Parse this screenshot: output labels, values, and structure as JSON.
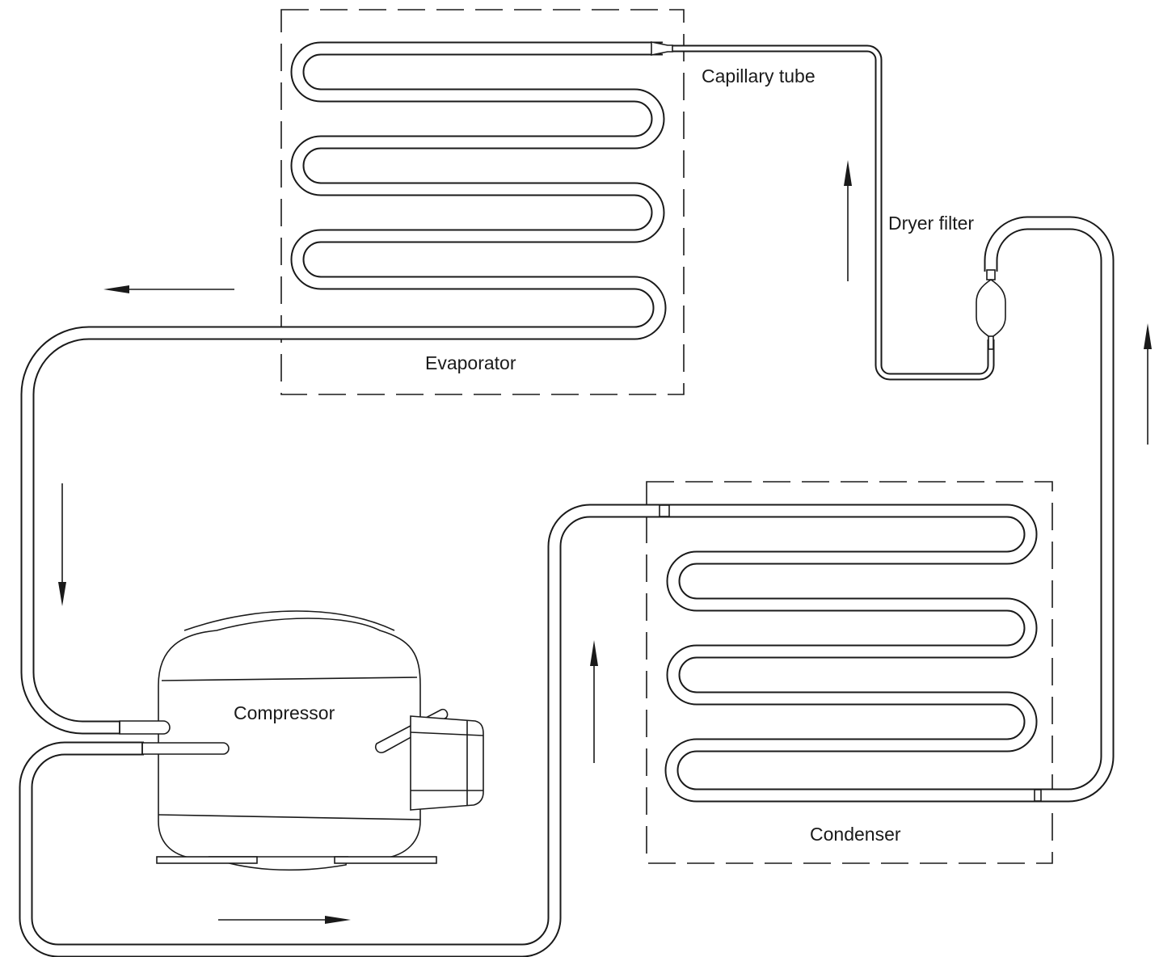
{
  "labels": {
    "capillary_tube": "Capillary tube",
    "dryer_filter": "Dryer filter",
    "evaporator": "Evaporator",
    "compressor": "Compressor",
    "condenser": "Condenser"
  },
  "colors": {
    "stroke": "#1a1a1a",
    "background": "#ffffff"
  }
}
